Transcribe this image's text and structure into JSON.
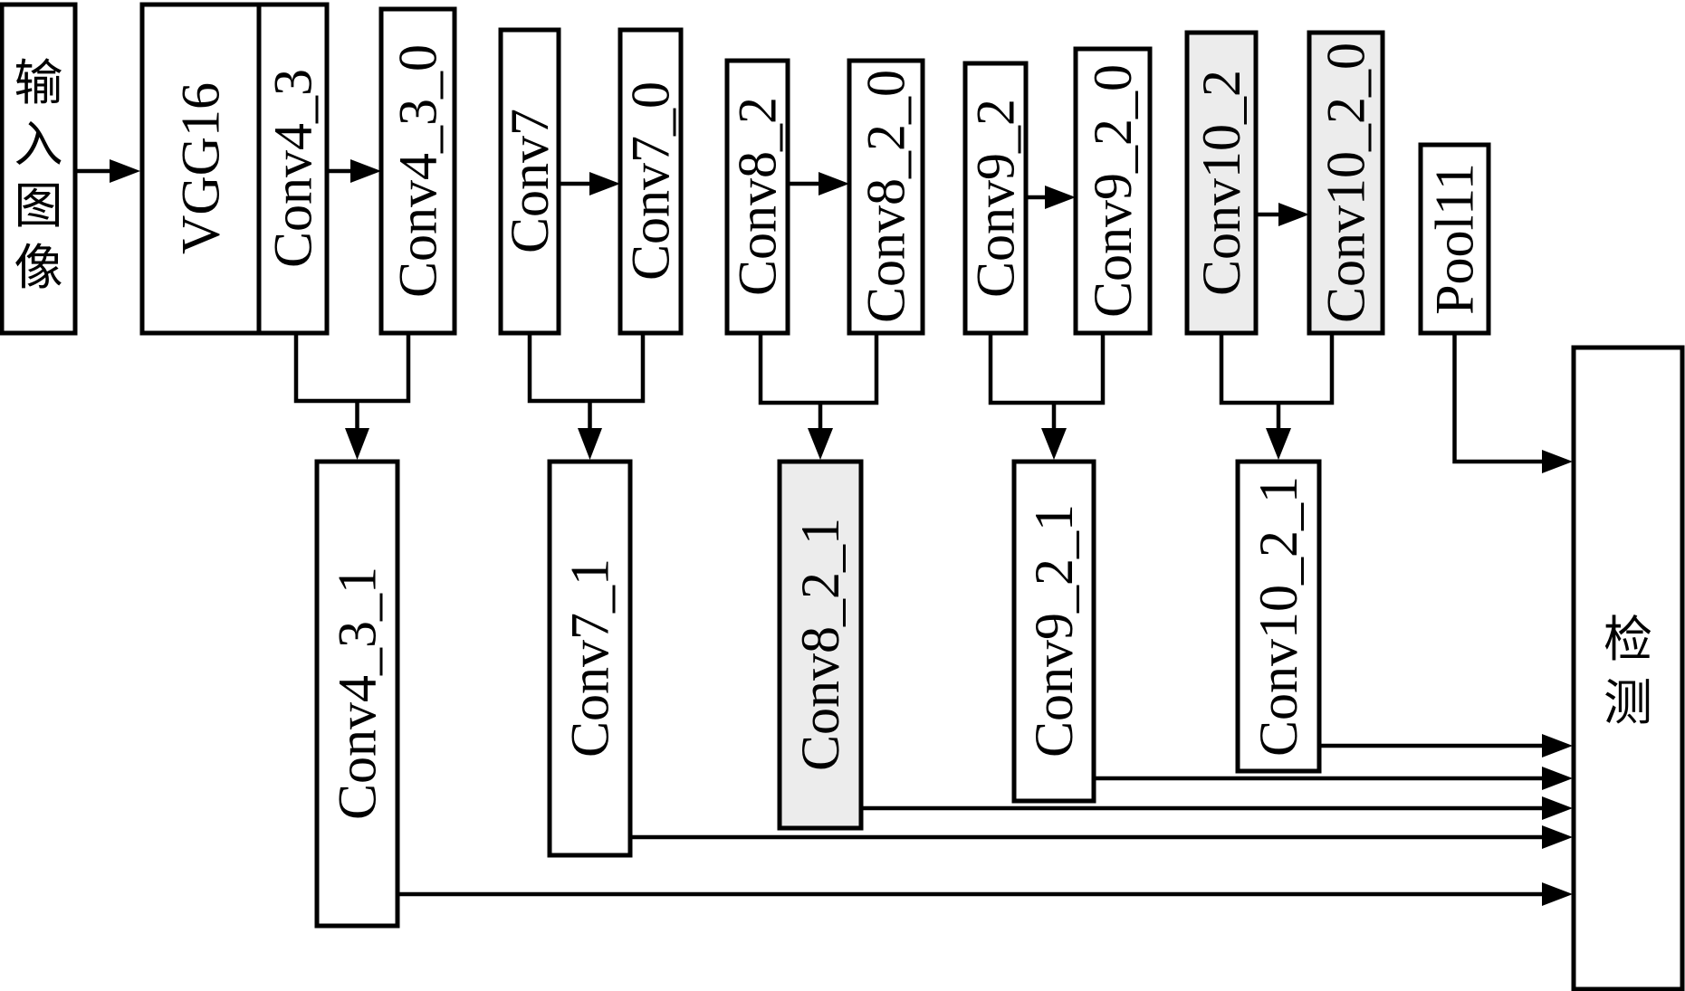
{
  "colors": {
    "stroke": "#000000",
    "box_fill": "#ffffff",
    "shaded_fill": "#ececec"
  },
  "diagram": {
    "input_label": "输入图像",
    "detect_label": "检测",
    "top_row": [
      {
        "id": "vgg16",
        "label": "VGG16",
        "shaded": false
      },
      {
        "id": "conv4_3",
        "label": "Conv4_3",
        "shaded": false
      },
      {
        "id": "conv4_3_0",
        "label": "Conv4_3_0",
        "shaded": false
      },
      {
        "id": "conv7",
        "label": "Conv7",
        "shaded": false
      },
      {
        "id": "conv7_0",
        "label": "Conv7_0",
        "shaded": false
      },
      {
        "id": "conv8_2",
        "label": "Conv8_2",
        "shaded": false
      },
      {
        "id": "conv8_2_0",
        "label": "Conv8_2_0",
        "shaded": false
      },
      {
        "id": "conv9_2",
        "label": "Conv9_2",
        "shaded": false
      },
      {
        "id": "conv9_2_0",
        "label": "Conv9_2_0",
        "shaded": false
      },
      {
        "id": "conv10_2",
        "label": "Conv10_2",
        "shaded": true
      },
      {
        "id": "conv10_2_0",
        "label": "Conv10_2_0",
        "shaded": true
      },
      {
        "id": "pool11",
        "label": "Pool11",
        "shaded": false
      }
    ],
    "bottom_row": [
      {
        "id": "conv4_3_1",
        "label": "Conv4_3_1",
        "shaded": false
      },
      {
        "id": "conv7_1",
        "label": "Conv7_1",
        "shaded": false
      },
      {
        "id": "conv8_2_1",
        "label": "Conv8_2_1",
        "shaded": true
      },
      {
        "id": "conv9_2_1",
        "label": "Conv9_2_1",
        "shaded": false
      },
      {
        "id": "conv10_2_1",
        "label": "Conv10_2_1",
        "shaded": false
      }
    ]
  }
}
